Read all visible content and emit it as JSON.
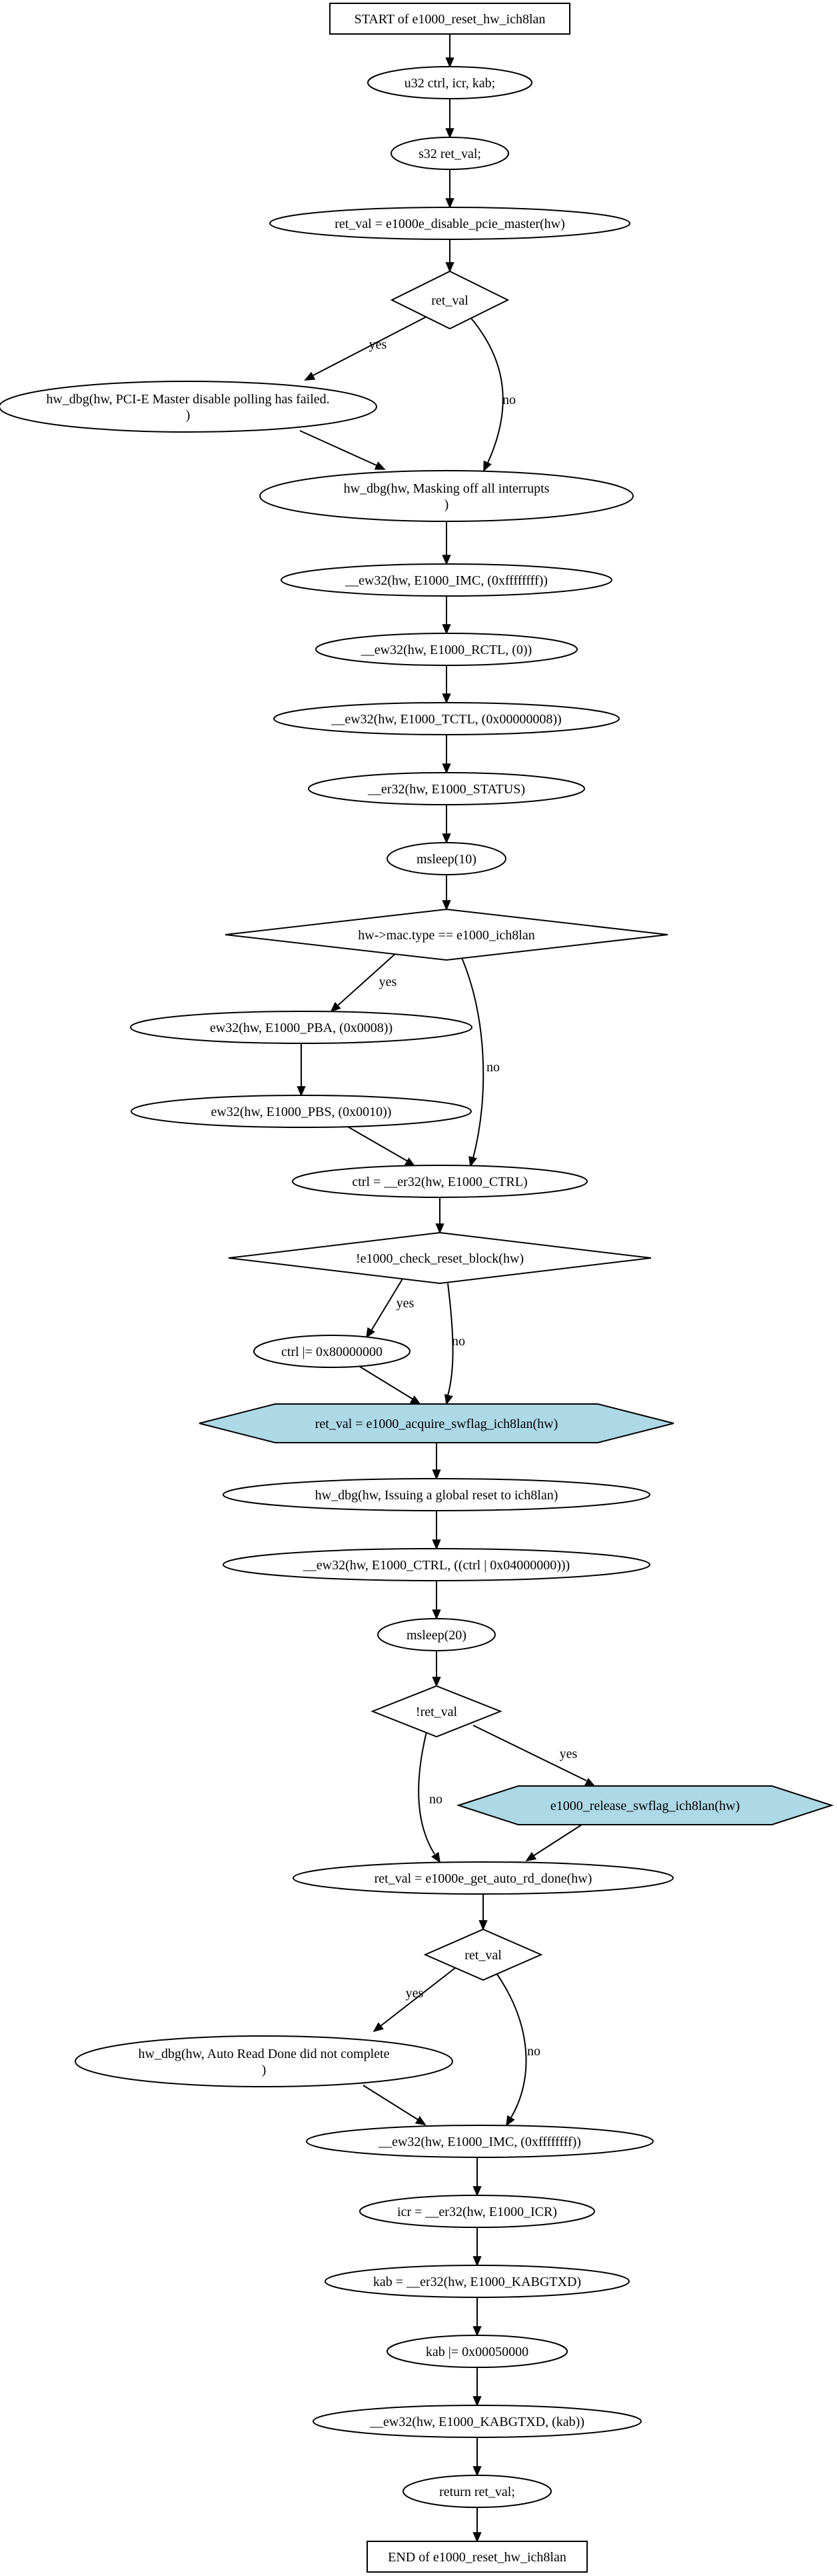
{
  "colors": {
    "background": "#ffffff",
    "stroke": "#000000",
    "highlight_fill": "#add8e6",
    "highlight_stroke": "#f0f05a"
  },
  "nodes": [
    {
      "id": "start",
      "shape": "box",
      "lines": [
        "START of e1000_reset_hw_ich8lan"
      ]
    },
    {
      "id": "decl1",
      "shape": "ellipse",
      "lines": [
        "u32 ctrl, icr, kab;"
      ]
    },
    {
      "id": "decl2",
      "shape": "ellipse",
      "lines": [
        "s32 ret_val;"
      ]
    },
    {
      "id": "disable_master",
      "shape": "ellipse",
      "lines": [
        "ret_val = e1000e_disable_pcie_master(hw)"
      ]
    },
    {
      "id": "if_ret1",
      "shape": "diamond",
      "lines": [
        "ret_val"
      ]
    },
    {
      "id": "dbg_master",
      "shape": "ellipse",
      "lines": [
        "hw_dbg(hw, PCI-E Master disable polling has failed.",
        ")"
      ]
    },
    {
      "id": "dbg_mask",
      "shape": "ellipse",
      "lines": [
        "hw_dbg(hw, Masking off all interrupts",
        ")"
      ]
    },
    {
      "id": "ew_imc1",
      "shape": "ellipse",
      "lines": [
        "__ew32(hw, E1000_IMC, (0xffffffff))"
      ]
    },
    {
      "id": "ew_rctl",
      "shape": "ellipse",
      "lines": [
        "__ew32(hw, E1000_RCTL, (0))"
      ]
    },
    {
      "id": "ew_tctl",
      "shape": "ellipse",
      "lines": [
        "__ew32(hw, E1000_TCTL, (0x00000008))"
      ]
    },
    {
      "id": "er_status",
      "shape": "ellipse",
      "lines": [
        "__er32(hw, E1000_STATUS)"
      ]
    },
    {
      "id": "msleep10",
      "shape": "ellipse",
      "lines": [
        "msleep(10)"
      ]
    },
    {
      "id": "if_mac",
      "shape": "diamond",
      "lines": [
        "hw->mac.type == e1000_ich8lan"
      ]
    },
    {
      "id": "ew_pba",
      "shape": "ellipse",
      "lines": [
        "ew32(hw, E1000_PBA, (0x0008))"
      ]
    },
    {
      "id": "ew_pbs",
      "shape": "ellipse",
      "lines": [
        "ew32(hw, E1000_PBS, (0x0010))"
      ]
    },
    {
      "id": "ctrl_read",
      "shape": "ellipse",
      "lines": [
        "ctrl = __er32(hw, E1000_CTRL)"
      ]
    },
    {
      "id": "if_block",
      "shape": "diamond",
      "lines": [
        "!e1000_check_reset_block(hw)"
      ]
    },
    {
      "id": "ctrl_or",
      "shape": "ellipse",
      "lines": [
        "ctrl |= 0x80000000"
      ]
    },
    {
      "id": "acquire",
      "shape": "hexagon",
      "lines": [
        "ret_val = e1000_acquire_swflag_ich8lan(hw)"
      ]
    },
    {
      "id": "dbg_reset",
      "shape": "ellipse",
      "lines": [
        "hw_dbg(hw, Issuing a global reset to ich8lan)"
      ]
    },
    {
      "id": "ew_ctrl",
      "shape": "ellipse",
      "lines": [
        "__ew32(hw, E1000_CTRL, ((ctrl | 0x04000000)))"
      ]
    },
    {
      "id": "msleep20",
      "shape": "ellipse",
      "lines": [
        "msleep(20)"
      ]
    },
    {
      "id": "if_notret",
      "shape": "diamond",
      "lines": [
        "!ret_val"
      ]
    },
    {
      "id": "release",
      "shape": "hexagon",
      "lines": [
        "e1000_release_swflag_ich8lan(hw)"
      ]
    },
    {
      "id": "auto_rd",
      "shape": "ellipse",
      "lines": [
        "ret_val = e1000e_get_auto_rd_done(hw)"
      ]
    },
    {
      "id": "if_ret2",
      "shape": "diamond",
      "lines": [
        "ret_val"
      ]
    },
    {
      "id": "dbg_auto",
      "shape": "ellipse",
      "lines": [
        "hw_dbg(hw, Auto Read Done did not complete",
        ")"
      ]
    },
    {
      "id": "ew_imc2",
      "shape": "ellipse",
      "lines": [
        "__ew32(hw, E1000_IMC, (0xffffffff))"
      ]
    },
    {
      "id": "icr_read",
      "shape": "ellipse",
      "lines": [
        "icr = __er32(hw, E1000_ICR)"
      ]
    },
    {
      "id": "kab_read",
      "shape": "ellipse",
      "lines": [
        "kab = __er32(hw, E1000_KABGTXD)"
      ]
    },
    {
      "id": "kab_or",
      "shape": "ellipse",
      "lines": [
        "kab |= 0x00050000"
      ]
    },
    {
      "id": "ew_kab",
      "shape": "ellipse",
      "lines": [
        "__ew32(hw, E1000_KABGTXD, (kab))"
      ]
    },
    {
      "id": "ret",
      "shape": "ellipse",
      "lines": [
        "return ret_val;"
      ]
    },
    {
      "id": "end",
      "shape": "box",
      "lines": [
        "END of e1000_reset_hw_ich8lan"
      ]
    }
  ],
  "edges": [
    {
      "from": "start",
      "to": "decl1",
      "label": ""
    },
    {
      "from": "decl1",
      "to": "decl2",
      "label": ""
    },
    {
      "from": "decl2",
      "to": "disable_master",
      "label": ""
    },
    {
      "from": "disable_master",
      "to": "if_ret1",
      "label": ""
    },
    {
      "from": "if_ret1",
      "to": "dbg_master",
      "label": "yes"
    },
    {
      "from": "if_ret1",
      "to": "dbg_mask",
      "label": "no"
    },
    {
      "from": "dbg_master",
      "to": "dbg_mask",
      "label": ""
    },
    {
      "from": "dbg_mask",
      "to": "ew_imc1",
      "label": ""
    },
    {
      "from": "ew_imc1",
      "to": "ew_rctl",
      "label": ""
    },
    {
      "from": "ew_rctl",
      "to": "ew_tctl",
      "label": ""
    },
    {
      "from": "ew_tctl",
      "to": "er_status",
      "label": ""
    },
    {
      "from": "er_status",
      "to": "msleep10",
      "label": ""
    },
    {
      "from": "msleep10",
      "to": "if_mac",
      "label": ""
    },
    {
      "from": "if_mac",
      "to": "ew_pba",
      "label": "yes"
    },
    {
      "from": "if_mac",
      "to": "ctrl_read",
      "label": "no"
    },
    {
      "from": "ew_pba",
      "to": "ew_pbs",
      "label": ""
    },
    {
      "from": "ew_pbs",
      "to": "ctrl_read",
      "label": ""
    },
    {
      "from": "ctrl_read",
      "to": "if_block",
      "label": ""
    },
    {
      "from": "if_block",
      "to": "ctrl_or",
      "label": "yes"
    },
    {
      "from": "if_block",
      "to": "acquire",
      "label": "no"
    },
    {
      "from": "ctrl_or",
      "to": "acquire",
      "label": ""
    },
    {
      "from": "acquire",
      "to": "dbg_reset",
      "label": ""
    },
    {
      "from": "dbg_reset",
      "to": "ew_ctrl",
      "label": ""
    },
    {
      "from": "ew_ctrl",
      "to": "msleep20",
      "label": ""
    },
    {
      "from": "msleep20",
      "to": "if_notret",
      "label": ""
    },
    {
      "from": "if_notret",
      "to": "release",
      "label": "yes"
    },
    {
      "from": "if_notret",
      "to": "auto_rd",
      "label": "no"
    },
    {
      "from": "release",
      "to": "auto_rd",
      "label": ""
    },
    {
      "from": "auto_rd",
      "to": "if_ret2",
      "label": ""
    },
    {
      "from": "if_ret2",
      "to": "dbg_auto",
      "label": "yes"
    },
    {
      "from": "if_ret2",
      "to": "ew_imc2",
      "label": "no"
    },
    {
      "from": "dbg_auto",
      "to": "ew_imc2",
      "label": ""
    },
    {
      "from": "ew_imc2",
      "to": "icr_read",
      "label": ""
    },
    {
      "from": "icr_read",
      "to": "kab_read",
      "label": ""
    },
    {
      "from": "kab_read",
      "to": "kab_or",
      "label": ""
    },
    {
      "from": "kab_or",
      "to": "ew_kab",
      "label": ""
    },
    {
      "from": "ew_kab",
      "to": "ret",
      "label": ""
    },
    {
      "from": "ret",
      "to": "end",
      "label": ""
    }
  ]
}
